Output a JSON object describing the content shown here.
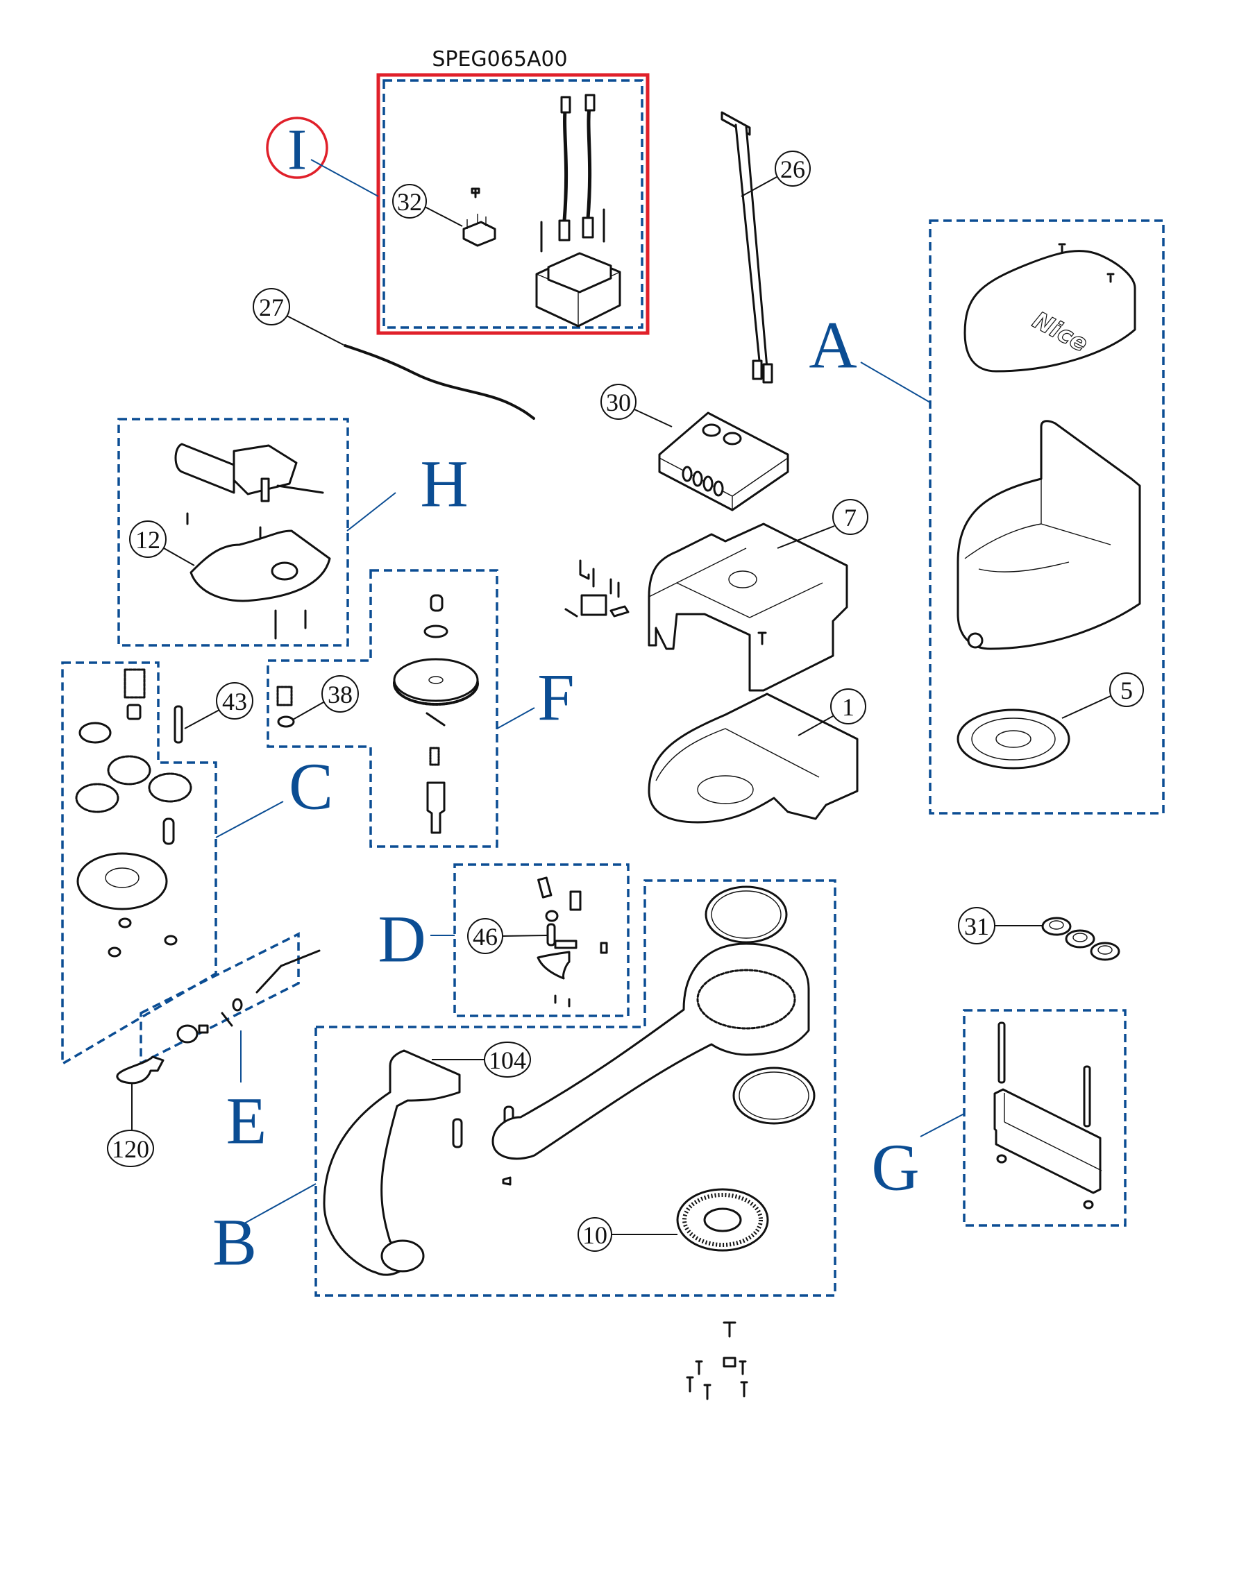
{
  "diagram": {
    "title": "Exploded parts diagram",
    "kit_code": "SPEG065A00",
    "highlighted_group": "I",
    "colors": {
      "group_box": "#0b4d93",
      "group_letter": "#0b4d93",
      "highlight": "#e0202a",
      "line": "#111111"
    },
    "groups": [
      {
        "id": "A",
        "label": "A",
        "description": "Cover and housing shell with base disc"
      },
      {
        "id": "B",
        "label": "B",
        "description": "Arm assembly"
      },
      {
        "id": "C",
        "label": "C",
        "description": "Gear train"
      },
      {
        "id": "D",
        "label": "D",
        "description": "Limit stop kit"
      },
      {
        "id": "E",
        "label": "E",
        "description": "Release shaft"
      },
      {
        "id": "F",
        "label": "F",
        "description": "Output gear set"
      },
      {
        "id": "G",
        "label": "G",
        "description": "Mounting bracket"
      },
      {
        "id": "H",
        "label": "H",
        "description": "Gearmotor"
      },
      {
        "id": "I",
        "label": "I",
        "description": "Transformer kit"
      }
    ],
    "callouts": [
      {
        "id": "1",
        "label": "1"
      },
      {
        "id": "5",
        "label": "5"
      },
      {
        "id": "7",
        "label": "7"
      },
      {
        "id": "10",
        "label": "10"
      },
      {
        "id": "12",
        "label": "12"
      },
      {
        "id": "26",
        "label": "26"
      },
      {
        "id": "27",
        "label": "27"
      },
      {
        "id": "30",
        "label": "30"
      },
      {
        "id": "31",
        "label": "31"
      },
      {
        "id": "32",
        "label": "32"
      },
      {
        "id": "38",
        "label": "38"
      },
      {
        "id": "43",
        "label": "43"
      },
      {
        "id": "46",
        "label": "46"
      },
      {
        "id": "104",
        "label": "104"
      },
      {
        "id": "120",
        "label": "120"
      }
    ],
    "brand_mark": "Nice"
  }
}
